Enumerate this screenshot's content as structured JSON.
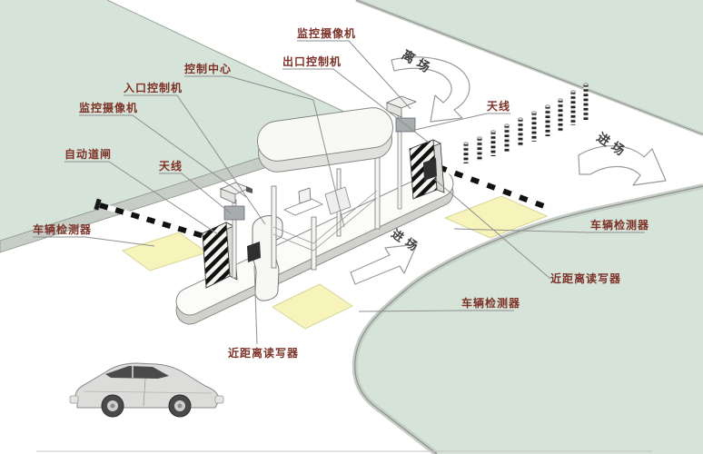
{
  "scene": {
    "colors": {
      "island_green": "#d6e3d8",
      "curb_gray": "#c6ccc6",
      "pad_yellow": "#f7f4bb",
      "callout_text": "#7d3228",
      "direction_text": "#3f3f3f",
      "leader_line": "#8f8f8f",
      "hazard_stripe": "#111111"
    },
    "labels": {
      "camera_exit": "监控摄像机",
      "exit_controller": "出口控制机",
      "control_center": "控制中心",
      "entry_controller": "入口控制机",
      "camera_entry": "监控摄像机",
      "auto_barrier": "自动道闸",
      "antenna_entry": "天线",
      "antenna_exit": "天线",
      "vehicle_detector_left": "车辆检测器",
      "reader_entry": "近距离读写器",
      "vehicle_detector_right": "车辆检测器",
      "reader_exit": "近距离读写器",
      "vehicle_detector_mid": "车辆检测器",
      "leave": "离场",
      "enter_top": "进场",
      "enter_mid": "进场"
    }
  }
}
